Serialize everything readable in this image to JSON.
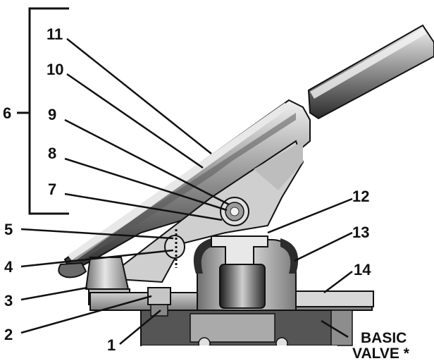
{
  "callouts": [
    {
      "id": "1",
      "text": "1"
    },
    {
      "id": "2",
      "text": "2"
    },
    {
      "id": "3",
      "text": "3"
    },
    {
      "id": "4",
      "text": "4"
    },
    {
      "id": "5",
      "text": "5"
    },
    {
      "id": "6",
      "text": "6"
    },
    {
      "id": "7",
      "text": "7"
    },
    {
      "id": "8",
      "text": "8"
    },
    {
      "id": "9",
      "text": "9"
    },
    {
      "id": "10",
      "text": "10"
    },
    {
      "id": "11",
      "text": "11"
    },
    {
      "id": "12",
      "text": "12"
    },
    {
      "id": "13",
      "text": "13"
    },
    {
      "id": "14",
      "text": "14"
    }
  ],
  "basic_valve": {
    "line1": "BASIC",
    "line2": "VALVE *"
  },
  "colors": {
    "ink": "#111111",
    "metal_light": "#d9d9d9",
    "metal_mid": "#9a9a9a",
    "metal_dark": "#3a3a3a",
    "paper": "#ffffff"
  }
}
